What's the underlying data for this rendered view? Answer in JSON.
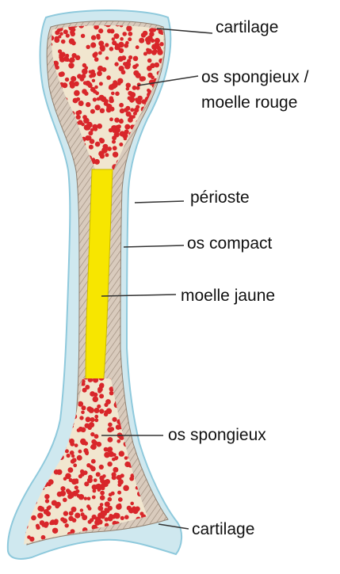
{
  "diagram": {
    "labels": {
      "cartilage_top": "cartilage",
      "spongy_red_line1": "os spongieux /",
      "spongy_red_line2": "moelle rouge",
      "periosteum": "périoste",
      "compact_bone": "os compact",
      "yellow_marrow": "moelle jaune",
      "spongy_bottom": "os spongieux",
      "cartilage_bottom": "cartilage"
    },
    "colors": {
      "cartilage": "#cfe8ef",
      "periosteum_edge": "#8ec9dc",
      "compact_bone": "#d9cbbd",
      "compact_hatch": "#9c8b7c",
      "spongy_fill": "#f1e6cf",
      "red_marrow": "#d8262a",
      "yellow_marrow": "#f7e600",
      "leader_line": "#333333",
      "text": "#111111"
    }
  }
}
